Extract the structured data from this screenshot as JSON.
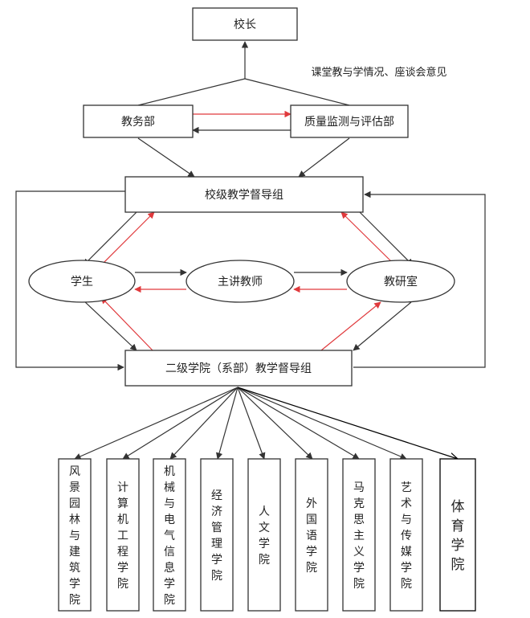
{
  "nodes": {
    "principal": "校长",
    "academic_affairs": "教务部",
    "quality_dept": "质量监测与评估部",
    "school_supervision": "校级教学督导组",
    "students": "学生",
    "lecturers": "主讲教师",
    "teaching_office": "教研室",
    "college_supervision": "二级学院（系部）教学督导组"
  },
  "annotation": "课堂教与学情况、座谈会意见",
  "colleges": [
    "风景园林与建筑学院",
    "计算机工程学院",
    "机械与电气信息学院",
    "经济管理学院",
    "人文学院",
    "外国语学院",
    "马克思主义学院",
    "艺术与传媒学院",
    "体育学院"
  ],
  "colors": {
    "line": "#333333",
    "feedback_red": "#e0393c",
    "text": "#222222"
  }
}
